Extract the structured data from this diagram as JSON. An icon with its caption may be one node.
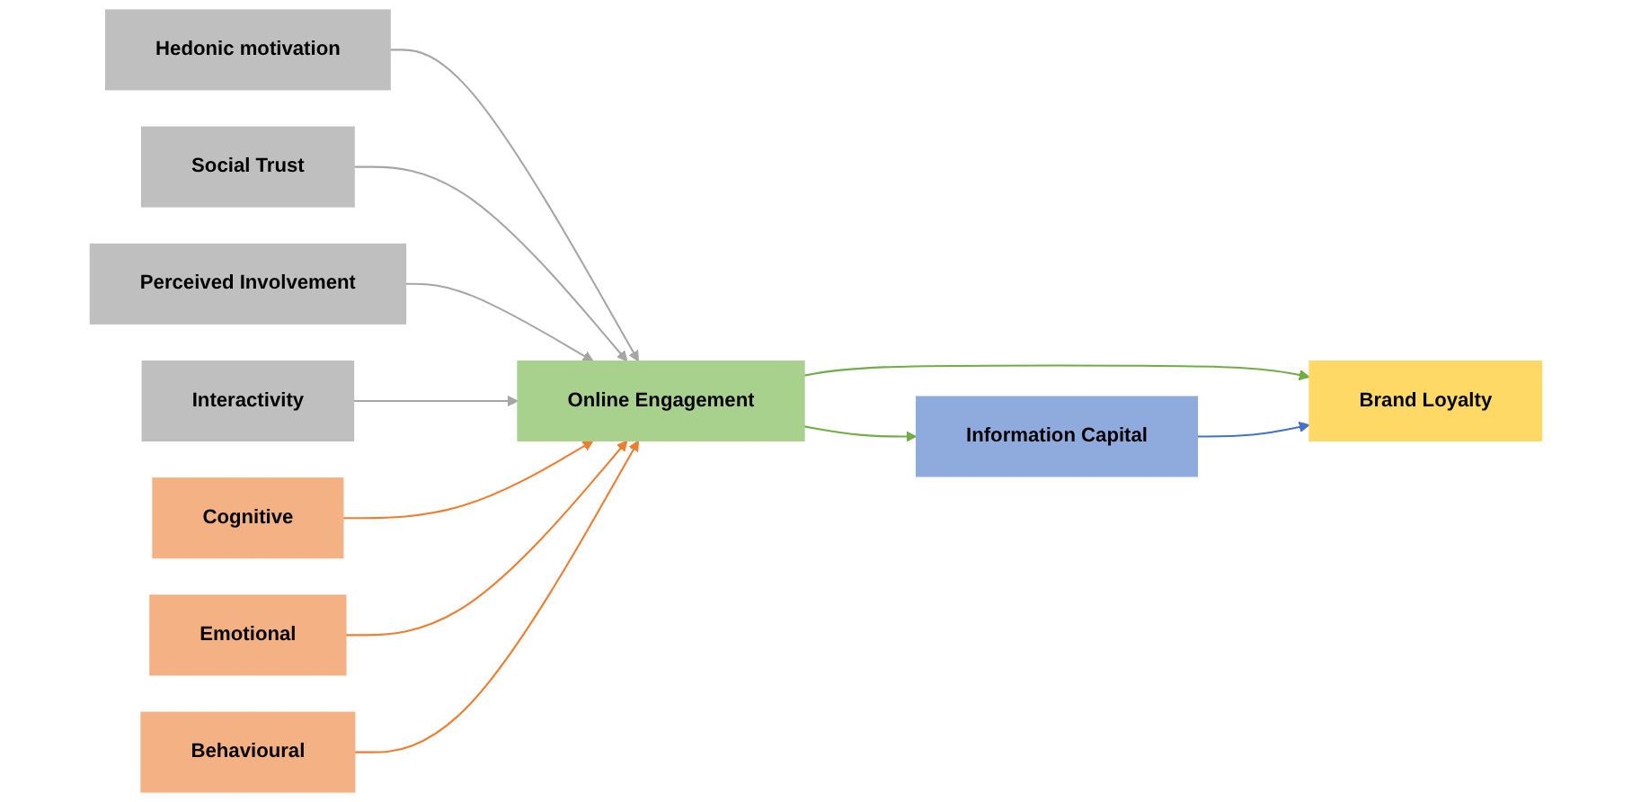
{
  "diagram": {
    "nodes": [
      {
        "text": [
          "Hedonic motivation"
        ]
      },
      {
        "text": [
          "Social Trust"
        ]
      },
      {
        "text": [
          "Perceived Involvement"
        ]
      },
      {
        "text": [
          "Interactivity"
        ]
      },
      {
        "text": [
          "Cognitive"
        ]
      },
      {
        "text": [
          "Emotional"
        ]
      },
      {
        "text": [
          "Behavioural"
        ]
      },
      {
        "text": [
          "Online Engagement"
        ]
      },
      {
        "text": [
          "Information Capital"
        ]
      },
      {
        "text": [
          "Brand Loyalty"
        ]
      }
    ],
    "edges": [
      {
        "from": 0,
        "to": 7,
        "arrow": "to"
      },
      {
        "from": 1,
        "to": 7,
        "arrow": "to"
      },
      {
        "from": 2,
        "to": 7,
        "arrow": "to"
      },
      {
        "from": 3,
        "to": 7,
        "arrow": "to"
      },
      {
        "from": 4,
        "to": 7,
        "arrow": "to",
        "color": "#ed7d31"
      },
      {
        "from": 5,
        "to": 7,
        "arrow": "to",
        "color": "#ed7d31"
      },
      {
        "from": 6,
        "to": 7,
        "arrow": "to",
        "color": "#ed7d31"
      },
      {
        "from": 7,
        "to": 8,
        "arrow": "to",
        "color": "#70ad47"
      },
      {
        "from": 7,
        "to": 9,
        "arrow": "to",
        "color": "#70ad47"
      },
      {
        "from": 8,
        "to": 9,
        "arrow": "to",
        "color": "#4472c4"
      }
    ]
  }
}
